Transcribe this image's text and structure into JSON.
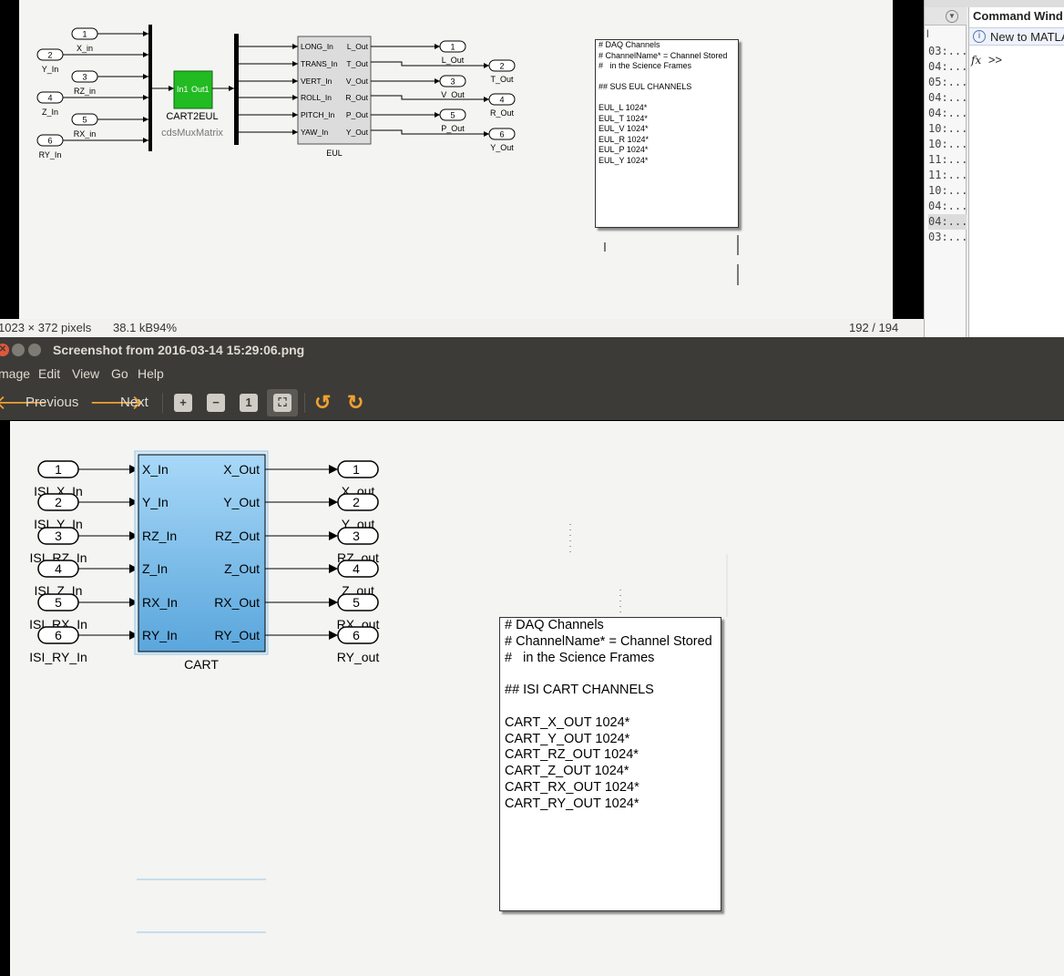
{
  "top_viewer": {
    "status_dims": "1023 × 372 pixels",
    "status_size": "38.1 kB",
    "status_zoom": "94%",
    "status_index": "192 / 194",
    "diagram": {
      "inports": [
        {
          "num": "1",
          "label": "X_in"
        },
        {
          "num": "2",
          "label": "Y_In"
        },
        {
          "num": "3",
          "label": "RZ_in"
        },
        {
          "num": "4",
          "label": "Z_In"
        },
        {
          "num": "5",
          "label": "RX_in"
        },
        {
          "num": "6",
          "label": "RY_In"
        }
      ],
      "cart2eul_block": {
        "label_in": "In1",
        "label_out": "Out1",
        "name": "CART2EUL",
        "subtitle": "cdsMuxMatrix"
      },
      "eul_block": {
        "name": "EUL",
        "inputs": [
          "LONG_In",
          "TRANS_In",
          "VERT_In",
          "ROLL_In",
          "PITCH_In",
          "YAW_In"
        ],
        "outputs": [
          "L_Out",
          "T_Out",
          "V_Out",
          "R_Out",
          "P_Out",
          "Y_Out"
        ]
      },
      "outports": [
        {
          "num": "1",
          "label": "L_Out"
        },
        {
          "num": "2",
          "label": "T_Out"
        },
        {
          "num": "3",
          "label": "V_Out"
        },
        {
          "num": "4",
          "label": "R_Out"
        },
        {
          "num": "5",
          "label": "P_Out"
        },
        {
          "num": "6",
          "label": "Y_Out"
        }
      ],
      "note_lines": [
        "# DAQ Channels",
        "# ChannelName* = Channel Stored",
        "#   in the Science Frames",
        "",
        "## SUS EUL CHANNELS",
        "",
        "EUL_L 1024*",
        "EUL_T 1024*",
        "EUL_V 1024*",
        "EUL_R 1024*",
        "EUL_P 1024*",
        "EUL_Y 1024*"
      ]
    }
  },
  "matlab": {
    "command_window_title": "Command Wind",
    "info_text": "New to MATLA",
    "prompt": ">>",
    "fx": "fx",
    "history_col_label": "l",
    "history": [
      "03:...",
      "04:...",
      "05:...",
      "04:...",
      "04:...",
      "10:...",
      "10:...",
      "11:...",
      "11:...",
      "10:...",
      "04:...",
      "04:...",
      "03:..."
    ]
  },
  "window": {
    "title": "Screenshot from 2016-03-14 15:29:06.png",
    "menu": [
      "mage",
      "Edit",
      "View",
      "Go",
      "Help"
    ],
    "toolbar": {
      "previous": "Previous",
      "next": "Next"
    }
  },
  "main_diagram": {
    "inports": [
      {
        "num": "1",
        "label": "ISI_X_In"
      },
      {
        "num": "2",
        "label": "ISI_Y_In"
      },
      {
        "num": "3",
        "label": "ISI_RZ_In"
      },
      {
        "num": "4",
        "label": "ISI_Z_In"
      },
      {
        "num": "5",
        "label": "ISI_RX_In"
      },
      {
        "num": "6",
        "label": "ISI_RY_In"
      }
    ],
    "cart_block": {
      "name": "CART",
      "inputs": [
        "X_In",
        "Y_In",
        "RZ_In",
        "Z_In",
        "RX_In",
        "RY_In"
      ],
      "outputs": [
        "X_Out",
        "Y_Out",
        "RZ_Out",
        "Z_Out",
        "RX_Out",
        "RY_Out"
      ]
    },
    "outports": [
      {
        "num": "1",
        "label": "X_out"
      },
      {
        "num": "2",
        "label": "Y_out"
      },
      {
        "num": "3",
        "label": "RZ_out"
      },
      {
        "num": "4",
        "label": "Z_out"
      },
      {
        "num": "5",
        "label": "RX_out"
      },
      {
        "num": "6",
        "label": "RY_out"
      }
    ],
    "note_lines": [
      "# DAQ Channels",
      "# ChannelName* = Channel Stored",
      "#   in the Science Frames",
      "",
      "## ISI CART CHANNELS",
      "",
      "CART_X_OUT 1024*",
      "CART_Y_OUT 1024*",
      "CART_RZ_OUT 1024*",
      "CART_Z_OUT 1024*",
      "CART_RX_OUT 1024*",
      "CART_RY_OUT 1024*"
    ]
  },
  "colors": {
    "canvas": "#f4f4f2",
    "titlebar": "#3c3b37",
    "cart_block": "#8ec8ee",
    "cart2eul_block": "#22bb22",
    "eul_block": "#dcdcdc"
  }
}
